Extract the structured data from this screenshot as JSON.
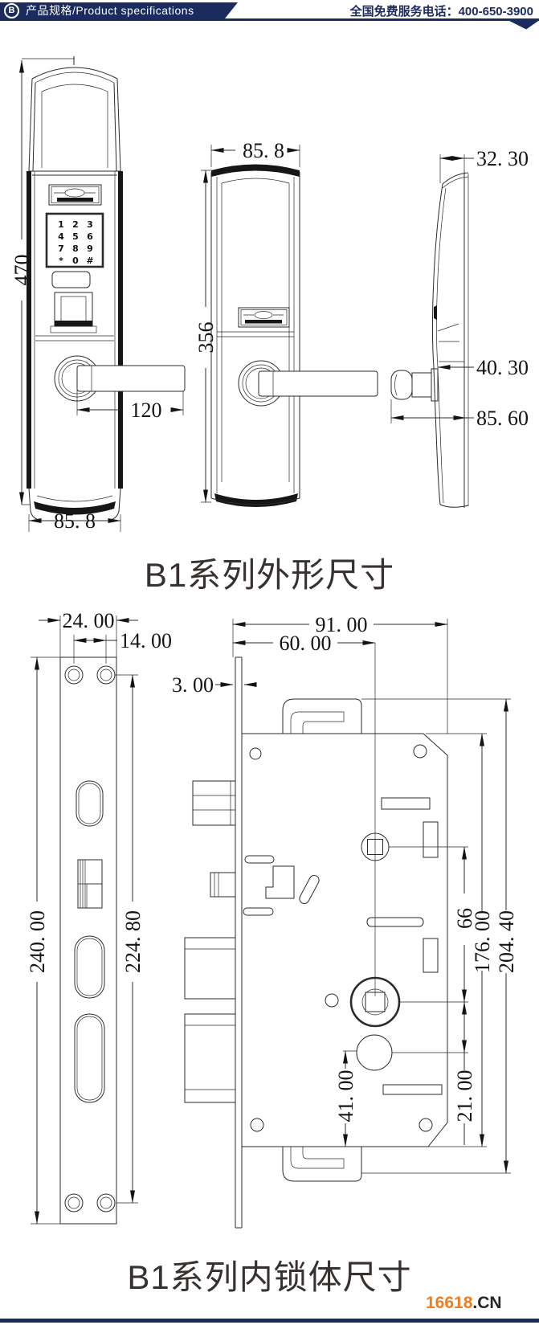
{
  "header": {
    "logo_letter": "B",
    "title": "产品规格/Product specifications",
    "phone": "全国免费服务电话：400-650-3900"
  },
  "colors": {
    "navy": "#1c2b5e",
    "orange": "#f07c1f"
  },
  "s1": {
    "title": "B1系列外形尺寸",
    "front_height": "470",
    "front_width": "85. 8",
    "handle_len": "120",
    "back_width": "85. 8",
    "back_height": "356",
    "side_top": "32. 30",
    "side_mid": "40. 30",
    "side_low": "85. 60",
    "keypad": [
      "1",
      "2",
      "3",
      "4",
      "5",
      "6",
      "7",
      "8",
      "9",
      "*",
      "0",
      "#"
    ]
  },
  "s2": {
    "title": "B1系列内锁体尺寸",
    "plate_w": "24. 00",
    "hole_gap": "14. 00",
    "plate_h": "240. 00",
    "hole_span": "224. 80",
    "body_w": "91. 00",
    "backset": "60. 00",
    "plate_t": "3. 00",
    "spindle_gap": "66",
    "body_h": "176. 00",
    "total_h": "204. 40",
    "cyl_bottom": "41. 00",
    "cyl_gap": "21. 00"
  },
  "footer": {
    "site": "16618",
    "tld": ".CN"
  }
}
